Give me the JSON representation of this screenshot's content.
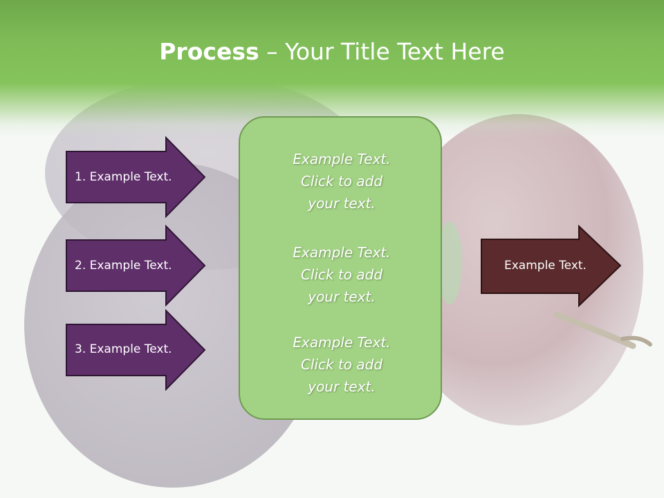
{
  "slide": {
    "title_bold": "Process",
    "title_rest": " – Your Title Text Here",
    "steps": [
      {
        "label": "1. Example Text."
      },
      {
        "label": "2. Example Text."
      },
      {
        "label": "3. Example Text."
      }
    ],
    "center_blocks": [
      {
        "line1": "Example Text.",
        "line2": "Click  to add",
        "line3": "your text."
      },
      {
        "line1": "Example Text.",
        "line2": "Click  to add",
        "line3": "your text."
      },
      {
        "line1": "Example Text.",
        "line2": "Click  to add",
        "line3": "your text."
      }
    ],
    "result_label": "Example Text."
  },
  "colors": {
    "title_band": "#7fbc57",
    "step_arrow_fill": "#5f2f6a",
    "result_arrow_fill": "#5a2a2c",
    "center_box_fill": "#a2d384",
    "center_box_border": "#6f9a50"
  }
}
